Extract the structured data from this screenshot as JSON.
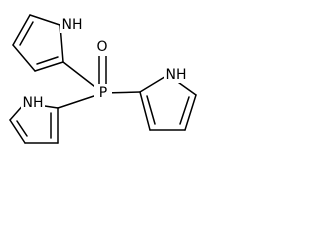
{
  "molecule": {
    "atoms": {
      "phosphorus": "P",
      "oxygen": "O",
      "nh_top": "NH",
      "nh_left": "NH",
      "nh_right": "NH"
    },
    "colors": {
      "bond": "#000000",
      "text": "#000000",
      "background": "#ffffff"
    }
  }
}
